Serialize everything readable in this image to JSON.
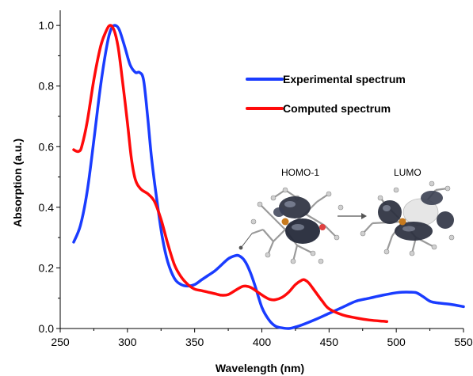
{
  "chart_data": {
    "type": "line",
    "title": "",
    "xlabel": "Wavelength (nm)",
    "ylabel": "Absorption (a.u.)",
    "xlim": [
      250,
      550
    ],
    "ylim": [
      0.0,
      1.05
    ],
    "x_ticks": [
      "250",
      "300",
      "350",
      "400",
      "450",
      "500",
      "550"
    ],
    "y_ticks": [
      "0.0",
      "0.2",
      "0.4",
      "0.6",
      "0.8",
      "1.0"
    ],
    "grid": false,
    "legend_position": "top-right",
    "series": [
      {
        "name": "Experimental spectrum",
        "color": "#1a3cff",
        "x": [
          260,
          265,
          270,
          275,
          280,
          285,
          288,
          291,
          294,
          298,
          302,
          306,
          309,
          312,
          315,
          318,
          322,
          326,
          330,
          335,
          340,
          345,
          350,
          355,
          360,
          365,
          370,
          375,
          380,
          383,
          387,
          391,
          395,
          400,
          405,
          410,
          415,
          420,
          425,
          430,
          440,
          450,
          460,
          470,
          480,
          490,
          500,
          505,
          510,
          515,
          520,
          525,
          530,
          540,
          550
        ],
        "y": [
          0.285,
          0.34,
          0.45,
          0.62,
          0.8,
          0.94,
          0.99,
          1.0,
          0.985,
          0.93,
          0.87,
          0.845,
          0.845,
          0.82,
          0.7,
          0.56,
          0.42,
          0.3,
          0.22,
          0.165,
          0.145,
          0.14,
          0.145,
          0.16,
          0.175,
          0.19,
          0.21,
          0.23,
          0.24,
          0.24,
          0.225,
          0.19,
          0.14,
          0.07,
          0.03,
          0.008,
          0.002,
          0.0,
          0.005,
          0.012,
          0.03,
          0.05,
          0.07,
          0.09,
          0.1,
          0.11,
          0.118,
          0.12,
          0.12,
          0.118,
          0.105,
          0.09,
          0.085,
          0.08,
          0.072
        ]
      },
      {
        "name": "Computed spectrum",
        "color": "#ff0a0a",
        "x": [
          260,
          262,
          264,
          266,
          270,
          275,
          280,
          284,
          287,
          290,
          293,
          296,
          300,
          303,
          306,
          310,
          315,
          320,
          325,
          330,
          335,
          340,
          345,
          350,
          355,
          360,
          365,
          370,
          375,
          380,
          385,
          388,
          392,
          397,
          402,
          406,
          410,
          415,
          420,
          425,
          430,
          432,
          435,
          440,
          445,
          450,
          460,
          470,
          480,
          490,
          493
        ],
        "y": [
          0.59,
          0.585,
          0.585,
          0.6,
          0.68,
          0.82,
          0.93,
          0.98,
          1.0,
          0.985,
          0.93,
          0.83,
          0.68,
          0.56,
          0.49,
          0.46,
          0.445,
          0.42,
          0.36,
          0.28,
          0.21,
          0.17,
          0.145,
          0.13,
          0.125,
          0.12,
          0.115,
          0.11,
          0.112,
          0.125,
          0.138,
          0.14,
          0.135,
          0.12,
          0.105,
          0.096,
          0.095,
          0.103,
          0.12,
          0.145,
          0.16,
          0.16,
          0.15,
          0.12,
          0.09,
          0.065,
          0.045,
          0.035,
          0.028,
          0.024,
          0.023
        ]
      }
    ],
    "annotations": [
      "HOMO-1",
      "LUMO"
    ]
  }
}
